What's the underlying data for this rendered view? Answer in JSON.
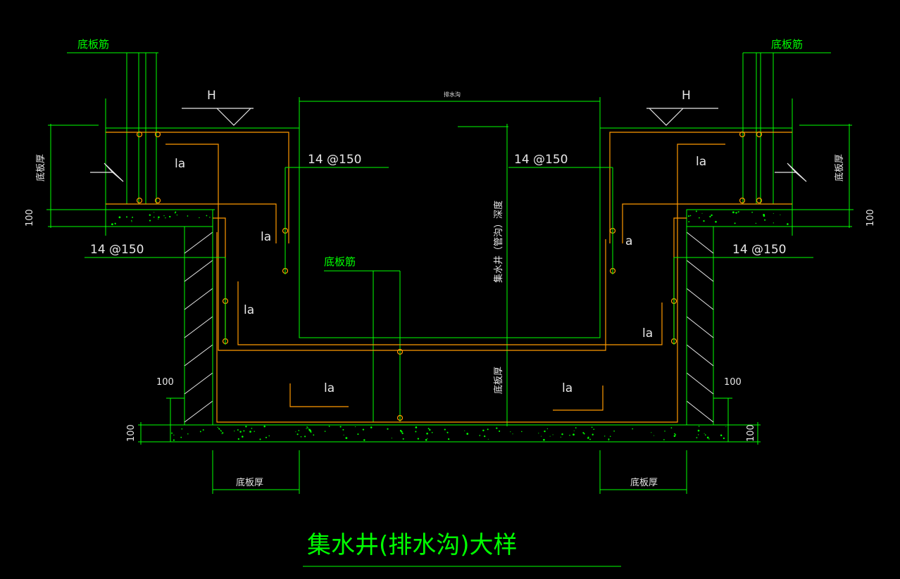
{
  "colors": {
    "background": "#000000",
    "line": "#00ff00",
    "rebar": "#ff9900",
    "text": "#e8e8e8"
  },
  "labels": {
    "bottom_bar": "底板筋",
    "bottom_thickness": "底板厚",
    "level_mark": "H",
    "anchorage": "la",
    "anchorage_short": "a",
    "bar_spacing": "14 @150",
    "dim_100": "100",
    "pit_depth": "集水井（管沟）深度",
    "finished_floor": "排水沟",
    "title": "集水井(排水沟)大样"
  }
}
